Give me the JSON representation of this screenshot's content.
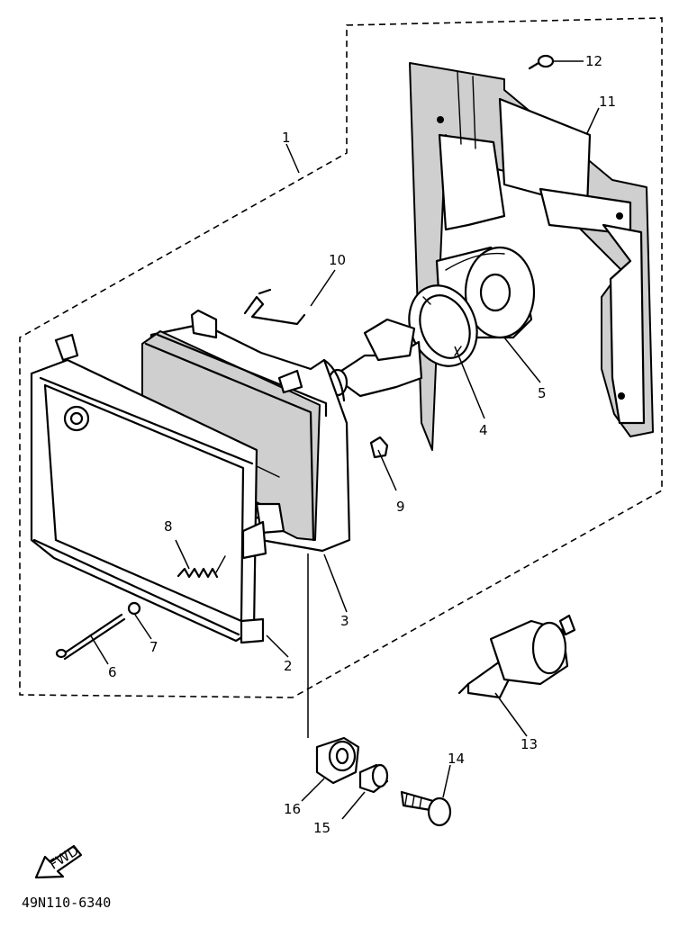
{
  "part_labels": [
    "1",
    "2",
    "3",
    "4",
    "5",
    "6",
    "7",
    "8",
    "9",
    "10",
    "11",
    "12",
    "13",
    "14",
    "15",
    "16"
  ],
  "fwd_label": "FWD",
  "diagram_code": "49N110-6340"
}
